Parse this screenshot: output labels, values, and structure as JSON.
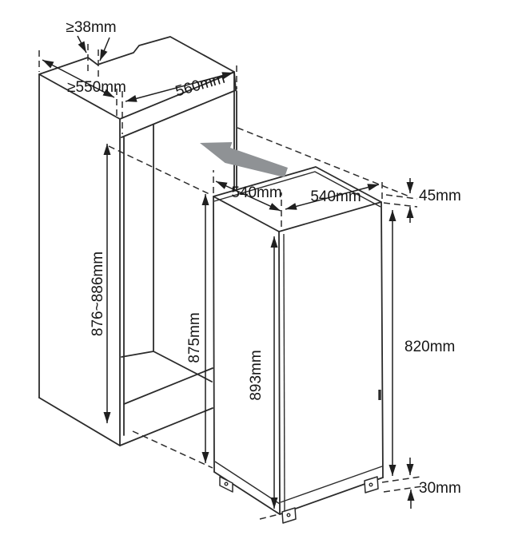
{
  "labels": {
    "notch_min_width": "≥38mm",
    "niche_min_depth": "≥550mm",
    "niche_width": "560mm",
    "fridge_depth": "540mm",
    "fridge_width": "540mm",
    "top_clearance": "45mm",
    "niche_height_range": "876~886mm",
    "niche_inner_height": "875mm",
    "fridge_height": "893mm",
    "door_height": "820mm",
    "bottom_clearance": "30mm"
  },
  "colors": {
    "line": "#2b2b2b",
    "dimension": "#1f1f1f",
    "insert_arrow": "#8f9295",
    "background": "#ffffff"
  }
}
